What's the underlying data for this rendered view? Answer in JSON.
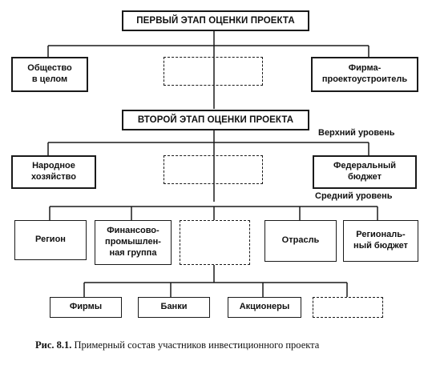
{
  "diagram": {
    "stage1": {
      "title": "ПЕРВЫЙ ЭТАП ОЦЕНКИ ПРОЕКТА",
      "left": "Общество\nв целом",
      "right": "Фирма-\nпроектоустроитель"
    },
    "stage2": {
      "title": "ВТОРОЙ ЭТАП ОЦЕНКИ ПРОЕКТА",
      "upper_level_label": "Верхний уровень",
      "left": "Народное\nхозяйство",
      "right": "Федеральный\nбюджет"
    },
    "middle": {
      "label": "Средний уровень",
      "items": [
        "Регион",
        "Финансово-\nпромышлен-\nная группа",
        "Отрасль",
        "Региональ-\nный бюджет"
      ]
    },
    "lower": {
      "items": [
        "Фирмы",
        "Банки",
        "Акционеры"
      ]
    }
  },
  "caption": {
    "figure": "Рис. 8.1.",
    "text": "Примерный состав участников инвестиционного проекта"
  },
  "colors": {
    "line": "#1a1a1a",
    "text": "#111111",
    "background": "#ffffff"
  }
}
